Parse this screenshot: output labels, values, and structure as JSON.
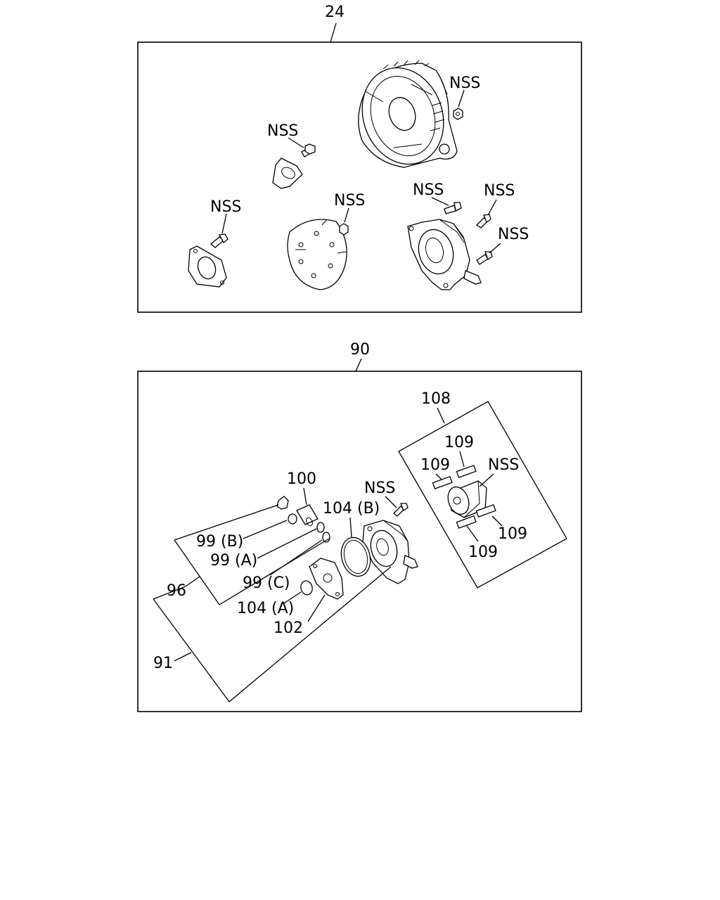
{
  "panel_top": {
    "ref": "24",
    "labels": {
      "nss_housing": "NSS",
      "nss_bracket": "NSS",
      "nss_plate": "NSS",
      "nss_nut": "NSS",
      "nss_frame_a": "NSS",
      "nss_frame_b": "NSS",
      "nss_frame_c": "NSS"
    }
  },
  "panel_bottom": {
    "ref": "90",
    "labels": {
      "brush_kit": "108",
      "brush_1": "109",
      "brush_2": "109",
      "brush_3": "109",
      "brush_4": "109",
      "nss_brush": "NSS",
      "nss_screw": "NSS",
      "bolt": "100",
      "oring_b": "104 (B)",
      "washer_b": "99 (B)",
      "washer_a": "99 (A)",
      "washer_c": "99 (C)",
      "kit_96": "96",
      "oring_a": "104 (A)",
      "cover": "102",
      "kit_91": "91"
    }
  }
}
